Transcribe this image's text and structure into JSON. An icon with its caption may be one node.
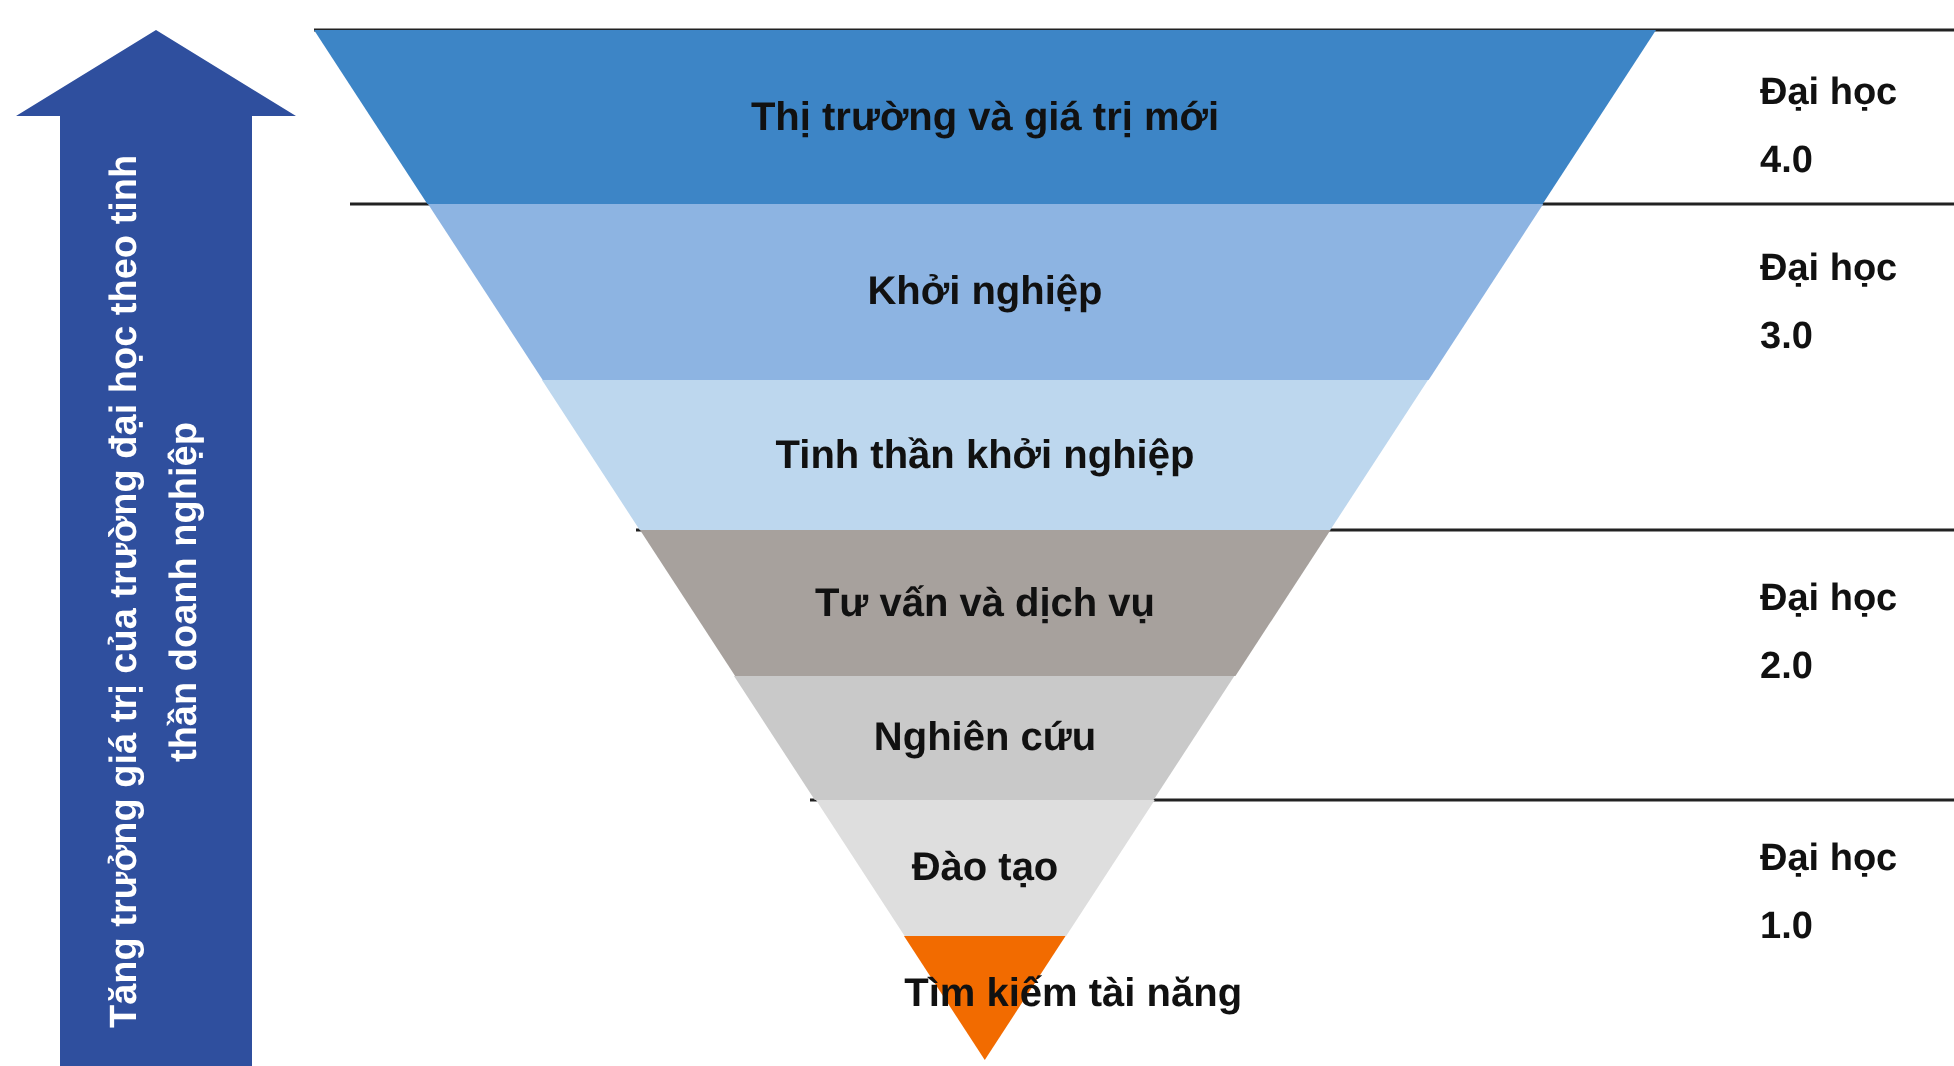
{
  "diagram": {
    "nodes": [
      {
        "text": [
          "Tăng trưởng giá trị của trường đại học theo tinh thần doanh nghiệp"
        ]
      },
      {
        "text": [
          "Thị trường và giá trị mới"
        ]
      },
      {
        "text": [
          "Khởi nghiệp"
        ]
      },
      {
        "text": [
          "Tinh thần khởi nghiệp"
        ]
      },
      {
        "text": [
          "Tư vấn và dịch vụ"
        ]
      },
      {
        "text": [
          "Nghiên cứu"
        ]
      },
      {
        "text": [
          "Đào tạo"
        ]
      },
      {
        "text": [
          "Tìm kiếm tài năng"
        ]
      }
    ],
    "labels": [
      "Đại học 4.0",
      "Đại học 3.0",
      "Đại học 2.0",
      "Đại học 1.0"
    ]
  }
}
